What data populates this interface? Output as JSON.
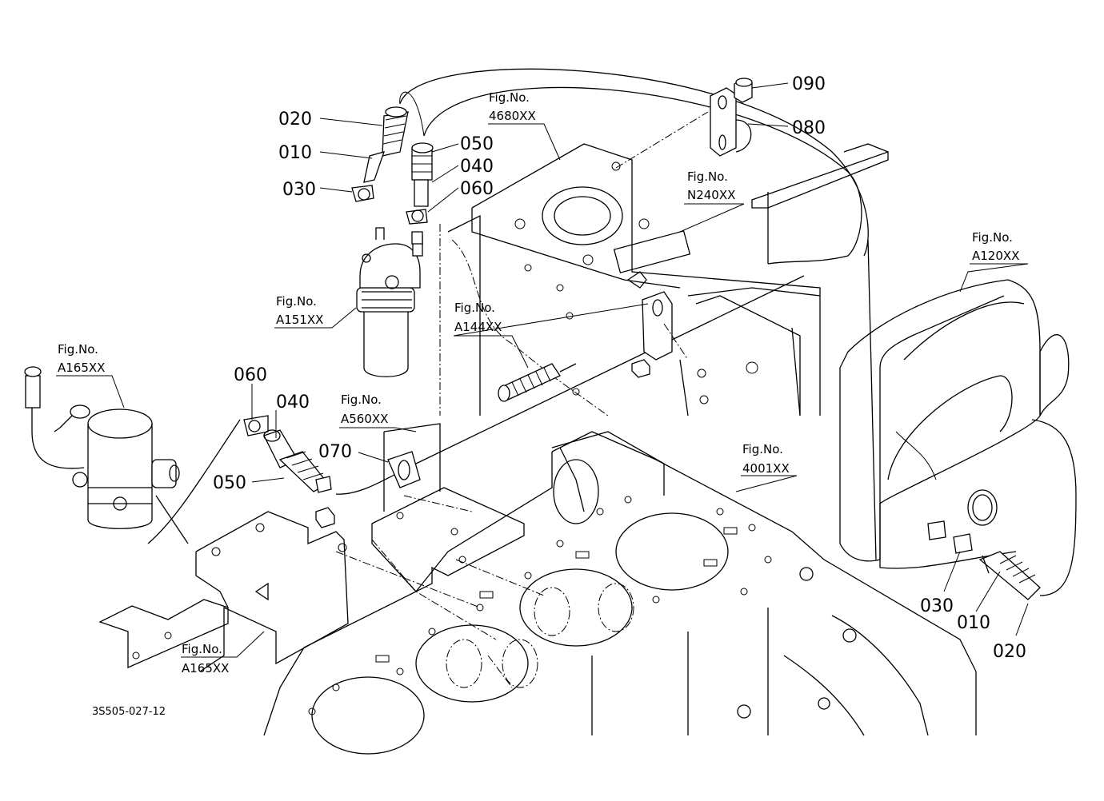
{
  "labels": {
    "p020_top": "020",
    "p010_top": "010",
    "p030_top": "030",
    "p050_top": "050",
    "p040_top": "040",
    "p060_top": "060",
    "p090": "090",
    "p080": "080",
    "p060_mid": "060",
    "p040_mid": "040",
    "p050_mid": "050",
    "p070": "070",
    "p030_right": "030",
    "p010_right": "010",
    "p020_right": "020"
  },
  "figrefs": {
    "f4680": {
      "title": "Fig.No.",
      "code": "4680XX"
    },
    "fN240": {
      "title": "Fig.No.",
      "code": "N240XX"
    },
    "fA120": {
      "title": "Fig.No.",
      "code": "A120XX"
    },
    "fA151": {
      "title": "Fig.No.",
      "code": "A151XX"
    },
    "fA144": {
      "title": "Fig.No.",
      "code": "A144XX"
    },
    "fA165_top": {
      "title": "Fig.No.",
      "code": "A165XX"
    },
    "fA560": {
      "title": "Fig.No.",
      "code": "A560XX"
    },
    "f4001": {
      "title": "Fig.No.",
      "code": "4001XX"
    },
    "fA165_bot": {
      "title": "Fig.No.",
      "code": "A165XX"
    }
  },
  "drawing_code": "3S505-027-12"
}
